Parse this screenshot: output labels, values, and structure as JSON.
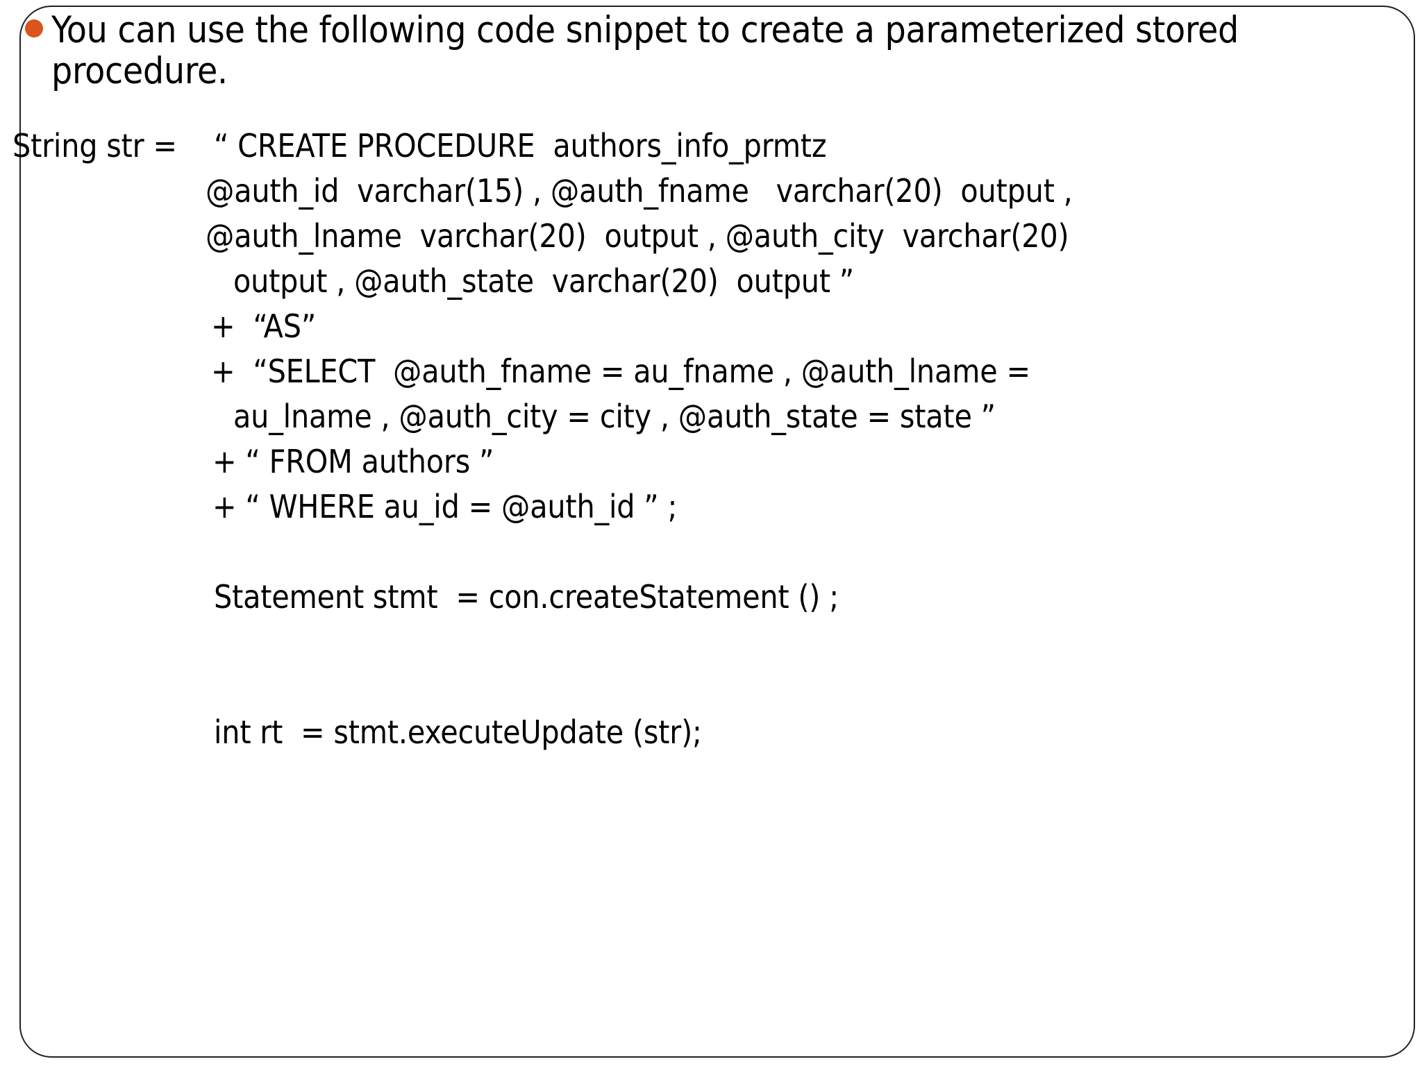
{
  "slide": {
    "bullet_color": "#d9541e",
    "border_color": "#231f20",
    "background_color": "#ffffff",
    "text_color": "#000000",
    "heading": "You can use the following code snippet to create a parameterized stored procedure.",
    "declaration_label": "String str =",
    "code_lines": [
      {
        "text": "“ CREATE PROCEDURE  authors_info_prmtz",
        "indent": "ind-2"
      },
      {
        "text": "@auth_id  varchar(15) , @auth_fname   varchar(20)  output ,",
        "indent": "ind-3"
      },
      {
        "text": "@auth_lname  varchar(20)  output , @auth_city  varchar(20)",
        "indent": "ind-3"
      },
      {
        "text": "output , @auth_state  varchar(20)  output ”",
        "indent": "ind-4"
      },
      {
        "text": "+  “AS”",
        "indent": "ind-5"
      },
      {
        "text": "+  “SELECT  @auth_fname = au_fname , @auth_lname =",
        "indent": "ind-5"
      },
      {
        "text": "au_lname , @auth_city = city , @auth_state = state ”",
        "indent": "ind-4"
      },
      {
        "text": "+ “ FROM authors ”",
        "indent": "ind-6"
      },
      {
        "text": "+ “ WHERE au_id = @auth_id ” ;",
        "indent": "ind-6"
      },
      {
        "text": "",
        "indent": "ind-0"
      },
      {
        "text": "Statement stmt  = con.createStatement () ;",
        "indent": "ind-7"
      },
      {
        "text": "",
        "indent": "ind-0"
      },
      {
        "text": "int rt  = stmt.executeUpdate (str);",
        "indent": "ind-7"
      }
    ]
  }
}
